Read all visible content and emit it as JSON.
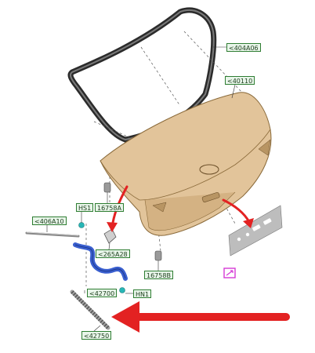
{
  "labels": {
    "seal_ref": "<404A06",
    "trunk_lid": "<40110",
    "hinge_ref": "<406A10",
    "hs1": "HS1",
    "part_16758a": "16758A",
    "lock_ref": "<265A28",
    "latch_ref": "<42700",
    "hn1": "HN1",
    "part_16758b": "16758B",
    "strut_ref": "<42750"
  },
  "colors": {
    "lid": "#e2c49a",
    "lid_edge": "#8a6a3a",
    "seal": "#2b2b2b",
    "hinge": "#3a5fcf",
    "clip": "#27b6b6",
    "arrow": "#e32222",
    "plate": "#bdbdbd",
    "tag_border": "#2e7d32",
    "tag_fill": "#d9f2d0",
    "magenta": "#d53ad5"
  },
  "icons": {
    "plate_marker": "pink-square-icon"
  }
}
